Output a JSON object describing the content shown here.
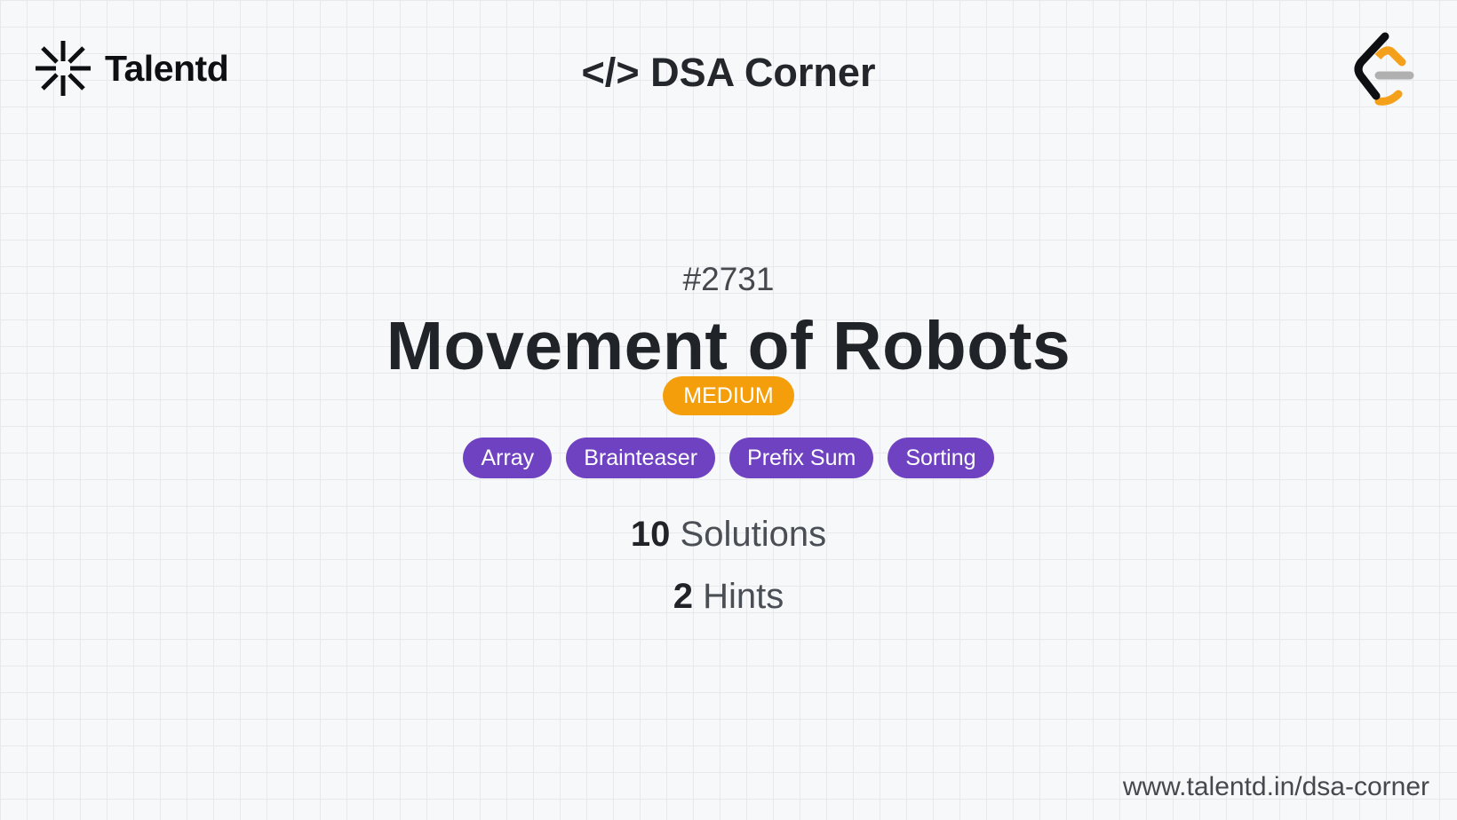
{
  "brand": {
    "name": "Talentd"
  },
  "header": {
    "title": "</> DSA Corner"
  },
  "problem": {
    "number": "#2731",
    "title": "Movement of Robots",
    "difficulty": "MEDIUM",
    "tags": [
      "Array",
      "Brainteaser",
      "Prefix Sum",
      "Sorting"
    ],
    "solutions_count": "10",
    "solutions_label": "Solutions",
    "hints_count": "2",
    "hints_label": "Hints"
  },
  "footer": {
    "url": "www.talentd.in/dsa-corner"
  },
  "colors": {
    "difficulty": "#f59e0b",
    "tag": "#6f42c1",
    "leetcode_orange": "#f5a01a"
  }
}
